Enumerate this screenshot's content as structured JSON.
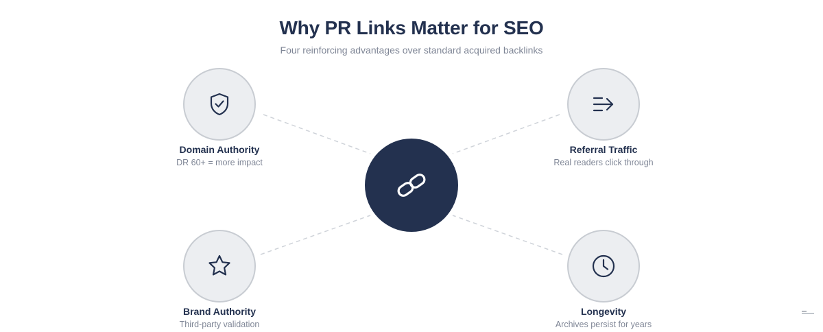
{
  "header": {
    "title": "Why PR Links Matter for SEO",
    "subtitle": "Four reinforcing advantages over standard acquired backlinks"
  },
  "hub": {
    "icon": "link-icon"
  },
  "benefits": [
    {
      "title": "Domain Authority",
      "description": "DR 60+ = more impact",
      "icon": "shield-check-icon"
    },
    {
      "title": "Referral Traffic",
      "description": "Real readers click through",
      "icon": "arrow-lines-icon"
    },
    {
      "title": "Brand Authority",
      "description": "Third-party validation",
      "icon": "star-icon"
    },
    {
      "title": "Longevity",
      "description": "Archives persist for years",
      "icon": "clock-icon"
    }
  ],
  "colors": {
    "primary": "#23314f",
    "node_fill": "#eceef1",
    "node_border": "#c8ccd2",
    "muted_text": "#7f8696",
    "connector": "#cfd3d9"
  }
}
